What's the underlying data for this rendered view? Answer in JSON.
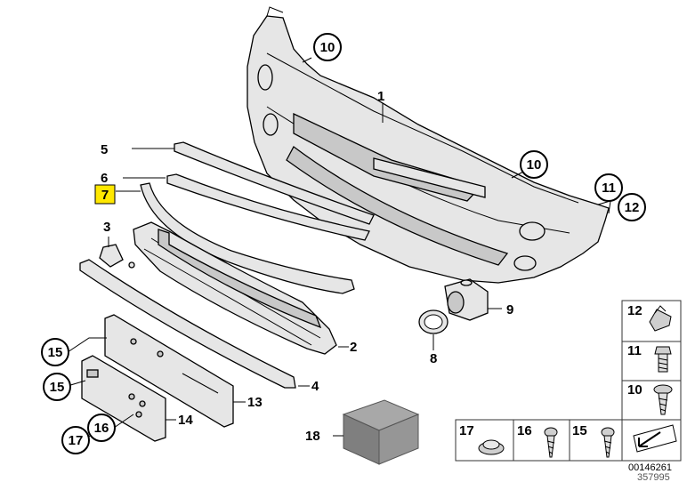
{
  "callouts": {
    "c1": "1",
    "c2": "2",
    "c3": "3",
    "c4": "4",
    "c5": "5",
    "c6": "6",
    "c7": "7",
    "c8": "8",
    "c9": "9",
    "c10a": "10",
    "c10b": "10",
    "c11": "11",
    "c12": "12",
    "c13": "13",
    "c14": "14",
    "c15a": "15",
    "c15b": "15",
    "c16": "16",
    "c17": "17",
    "c18": "18"
  },
  "parts_table": {
    "right_column": [
      "12",
      "11",
      "10"
    ],
    "bottom_row": [
      "17",
      "16",
      "15"
    ]
  },
  "highlight_color": "#ffe800",
  "diagram_number": "00146261",
  "catalog_number": "357995"
}
